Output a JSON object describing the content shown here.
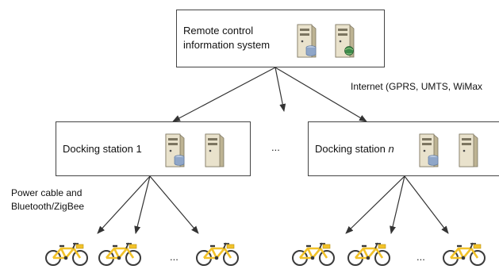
{
  "nodes": {
    "remote": {
      "line1": "Remote control",
      "line2": "information system"
    },
    "dock1": {
      "label": "Docking station 1"
    },
    "dockn": {
      "label_prefix": "Docking station ",
      "label_var": "n"
    }
  },
  "labels": {
    "internet": "Internet (GPRS, UMTS, WiMax",
    "power_line1": "Power cable and",
    "power_line2": "Bluetooth/ZigBee"
  },
  "ellipsis": {
    "stations": "...",
    "bikes_left": "...",
    "bikes_right": "..."
  },
  "colors": {
    "line": "#333333",
    "box_border": "#444444",
    "server_body": "#e9e2cc",
    "server_side": "#bdb393",
    "database": "#8fa6c8",
    "globe": "#3d8a4a",
    "bike_frame": "#f2c229",
    "bike_wheel": "#3a3a3a"
  },
  "icons": {
    "server": "server-icon",
    "database": "database-icon",
    "globe": "globe-icon",
    "bike": "bicycle-icon"
  }
}
